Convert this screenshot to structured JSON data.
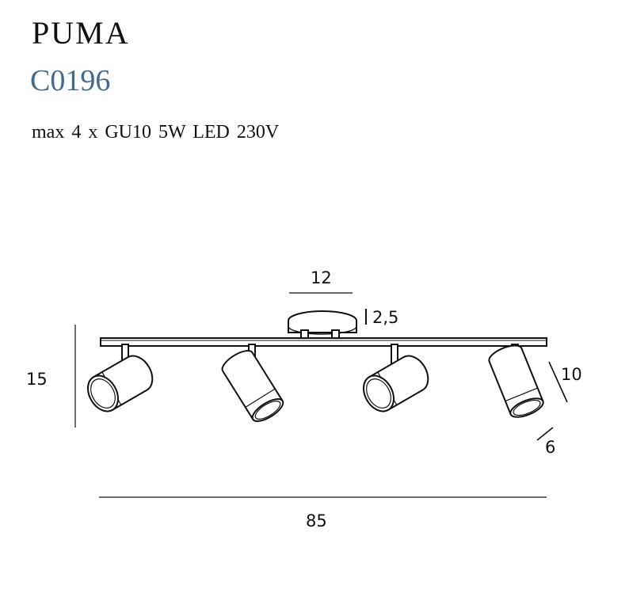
{
  "header": {
    "title": "PUMA",
    "code": "C0196",
    "spec": "max 4 x GU10  5W  LED  230V"
  },
  "drawing": {
    "dimensions": {
      "height": "15",
      "canopy_diameter": "12",
      "canopy_height": "2,5",
      "spot_length": "10",
      "spot_diameter": "6",
      "total_length": "85"
    },
    "spotlight_count": 4
  },
  "colors": {
    "code": "#3f6b90",
    "line": "#111111"
  }
}
